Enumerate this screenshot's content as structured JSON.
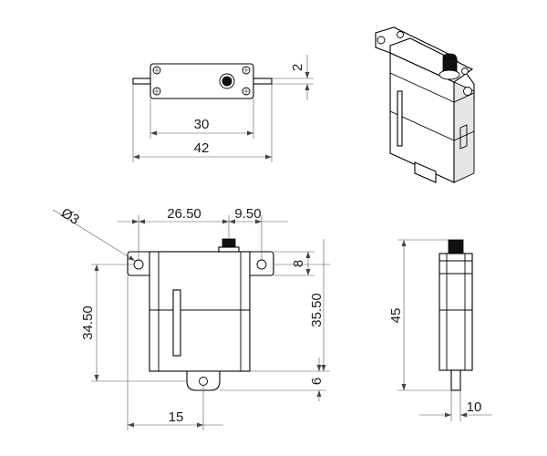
{
  "dimensions": {
    "top_view_height": "2",
    "top_view_hole_spacing": "30",
    "top_view_total_length": "42",
    "hole_diameter": "Ø3",
    "front_left_to_shaft": "26.50",
    "front_shaft_to_hole": "9.50",
    "front_flange_offset": "8",
    "front_body_height_left": "34.50",
    "front_body_height_right": "35.50",
    "front_bottom_tab": "6",
    "front_tab_offset": "15",
    "side_height": "45",
    "side_width": "10"
  }
}
